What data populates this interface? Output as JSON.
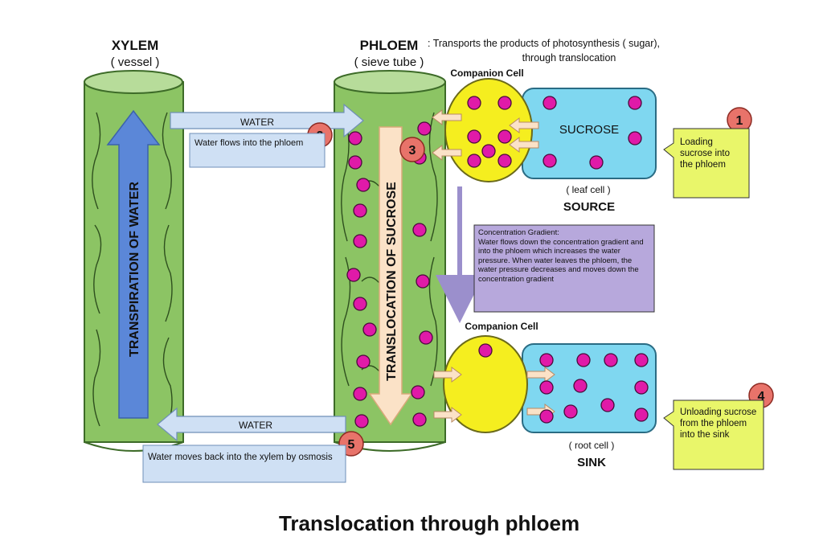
{
  "title": "Translocation through phloem",
  "xylem": {
    "name": "XYLEM",
    "sub": "( vessel )",
    "arrow_label": "TRANSPIRATION OF WATER"
  },
  "phloem": {
    "name": "PHLOEM",
    "sub": "( sieve tube )",
    "description_line1": ": Transports the products of photosynthesis ( sugar),",
    "description_line2": "through translocation",
    "arrow_label": "TRANSLOCATION OF SUCROSE"
  },
  "companion_cell_top": "Companion Cell",
  "companion_cell_bottom": "Companion Cell",
  "source": {
    "sucrose_label": "SUCROSE",
    "cell_label": "( leaf cell )",
    "name": "SOURCE"
  },
  "sink": {
    "cell_label": "( root cell )",
    "name": "SINK"
  },
  "water_top": "WATER",
  "water_bottom": "WATER",
  "step2_text": "Water flows into the phloem",
  "step5_text": "Water moves back into the xylem by osmosis",
  "gradient_text": "Concentration Gradient:\nWater flows down the concentration gradient and into the phloem which increases the water pressure. When water leaves the phloem, the water pressure decreases and moves down the concentration gradient",
  "callout1": "Loading sucrose into the phloem",
  "callout4": "Unloading sucrose from the phloem into the sink",
  "steps": {
    "s1": "1",
    "s2": "2",
    "s3": "3",
    "s4": "4",
    "s5": "5"
  },
  "colors": {
    "tube_green": "#8cc464",
    "tube_dark": "#3d6b28",
    "companion_yellow": "#f5ee1f",
    "cell_blue": "#7fd7f0",
    "sucrose_magenta": "#e01aa8",
    "step_red": "#e8736a",
    "callout_yellow": "#e9f66a",
    "gradient_purple": "#b7a8dc",
    "water_box": "#cfe0f4",
    "title_purple": "#8a2f9c",
    "sucrose_text": "#e0382c",
    "companion_text": "#f0c419"
  }
}
